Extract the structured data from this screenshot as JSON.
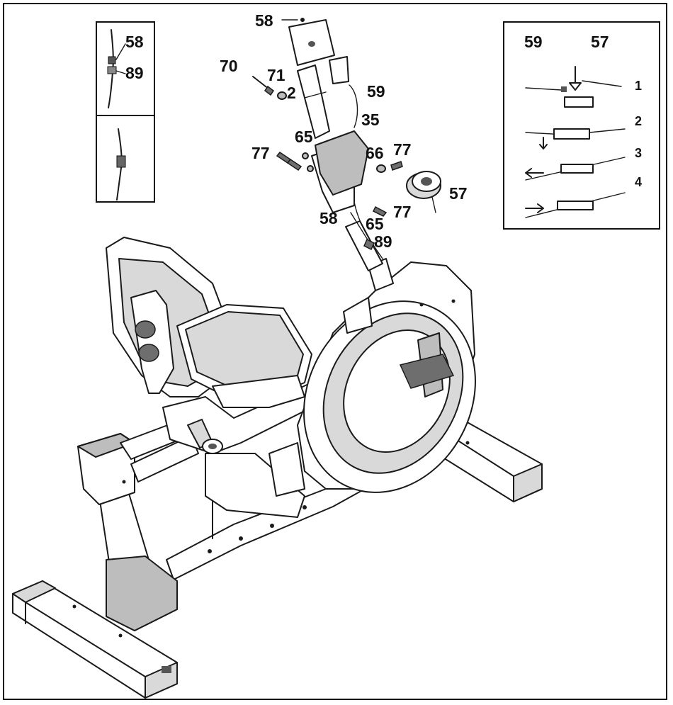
{
  "diagram": {
    "part_labels": {
      "p58_top": "58",
      "p70": "70",
      "p71": "71",
      "p2": "2",
      "p59": "59",
      "p35": "35",
      "p65_upper": "65",
      "p77_left": "77",
      "p66": "66",
      "p77_right": "77",
      "p57": "57",
      "p58_mid": "58",
      "p65_mid": "65",
      "p77_mid": "77",
      "p89": "89"
    },
    "inset_left": {
      "label_58": "58",
      "label_89": "89"
    },
    "inset_right": {
      "label_59": "59",
      "label_57": "57",
      "step_1": "1",
      "step_2": "2",
      "step_3": "3",
      "step_4": "4"
    }
  }
}
